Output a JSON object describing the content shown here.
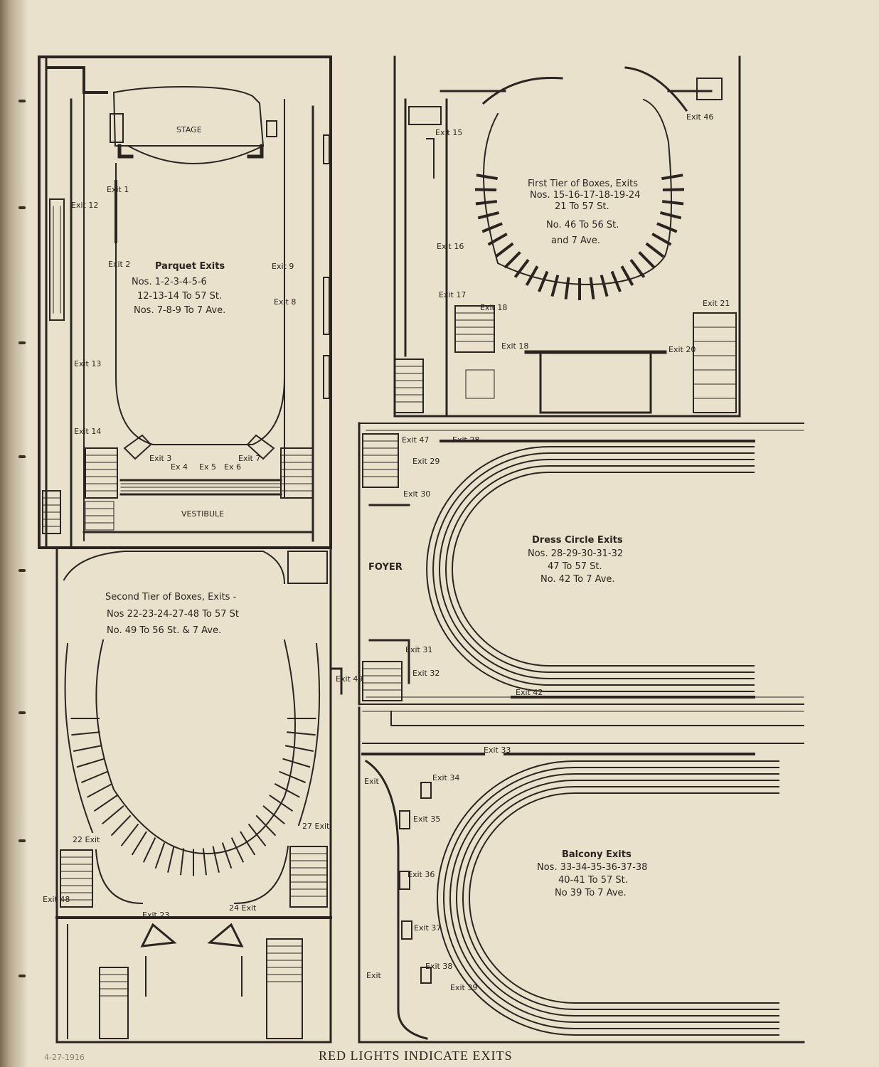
{
  "parquet": {
    "title": "Parquet Exits",
    "line1": "Nos. 1-2-3-4-5-6",
    "line2": "12-13-14 To 57 St.",
    "line3": "Nos. 7-8-9 To 7 Ave.",
    "stage": "STAGE",
    "vestibule": "VESTIBULE",
    "exits": {
      "e1": "Exit 1",
      "e2": "Exit 2",
      "e3": "Exit 3",
      "e4": "Ex 4",
      "e5": "Ex 5",
      "e6": "Ex 6",
      "e7": "Exit 7",
      "e8": "Exit 8",
      "e9": "Exit 9",
      "e12": "Exit 12",
      "e13": "Exit 13",
      "e14": "Exit 14"
    }
  },
  "first_tier": {
    "title": "First Tier of Boxes, Exits",
    "line1": "Nos. 15-16-17-18-19-24",
    "line2": "21 To 57 St.",
    "line3": "No. 46 To 56 St.",
    "line4": "and 7 Ave.",
    "exits": {
      "e15": "Exit 15",
      "e16": "Exit 16",
      "e17": "Exit 17",
      "e18a": "Exit 18",
      "e18b": "Exit 18",
      "e20": "Exit 20",
      "e46": "Exit 46",
      "e21": "Exit 21"
    }
  },
  "second_tier": {
    "title": "Second Tier of Boxes, Exits -",
    "line1": "Nos 22-23-24-27-48 To 57 St",
    "line2": "No. 49 To 56 St. & 7 Ave.",
    "exits": {
      "e22": "22 Exit",
      "e23": "Exit 23",
      "e24": "24 Exit",
      "e27": "27 Exit",
      "e49": "Exit 49",
      "e48": "Exit 48"
    }
  },
  "dress_circle": {
    "title": "Dress Circle Exits",
    "line1": "Nos. 28-29-30-31-32",
    "line2": "47 To 57 St.",
    "line3": "No. 42 To 7 Ave.",
    "foyer": "FOYER",
    "exits": {
      "e47": "Exit 47",
      "e28": "Exit 28",
      "e29": "Exit 29",
      "e30": "Exit 30",
      "e31": "Exit 31",
      "e32": "Exit 32",
      "e42": "Exit 42"
    }
  },
  "balcony": {
    "title": "Balcony Exits",
    "line1": "Nos. 33-34-35-36-37-38",
    "line2": "40-41 To 57 St.",
    "line3": "No 39 To 7 Ave.",
    "exits": {
      "e33": "Exit 33",
      "e34": "Exit 34",
      "e35": "Exit 35",
      "e36": "Exit 36",
      "e37": "Exit 37",
      "e38": "Exit 38",
      "e39": "Exit 39",
      "eTop": "Exit",
      "eBottom": "Exit"
    }
  },
  "footer": "RED LIGHTS INDICATE EXITS",
  "handwritten_note": "4-27-1916",
  "colors": {
    "paper": "#e9e1cc",
    "ink": "#2a2520",
    "binding": "#6b5a45"
  }
}
